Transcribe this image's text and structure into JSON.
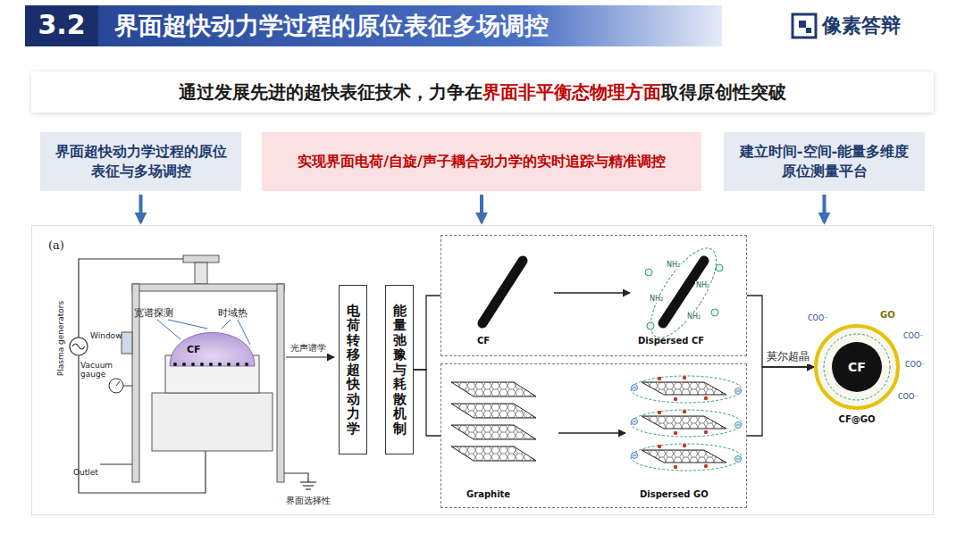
{
  "diagram": {
    "title": "界面超快动力学过程的原位表征多场调控",
    "nodes": [
      {
        "text": [
          "通过发展先进的超快表征技术，力争在",
          "界面非平衡态物理方面",
          "取得原创性突破"
        ]
      },
      {
        "text": [
          "界面超快动力学过程的原位表征与多场调控"
        ]
      },
      {
        "text": [
          "实现界面电荷/自旋/声子耦合动力学的实时追踪与精准调控"
        ]
      },
      {
        "text": [
          "建立时间-空间-能量多维度原位测量平台"
        ]
      },
      {
        "text": [
          "(a)"
        ]
      },
      {
        "text": [
          "电荷转移超快动力学"
        ],
        "in": 4
      },
      {
        "text": [
          "能量弛豫与耗散机制"
        ],
        "in": 4
      },
      {
        "text": [
          "CF",
          "Dispersed CF"
        ],
        "in": 4
      },
      {
        "text": [
          "Graphite",
          "Dispersed GO"
        ],
        "in": 4
      },
      {
        "text": [
          "CF",
          "GO",
          "CF@GO"
        ],
        "in": 4
      }
    ],
    "edges": [
      {
        "from": 1,
        "to": 4,
        "arrow": "to"
      },
      {
        "from": 2,
        "to": 4,
        "arrow": "to"
      },
      {
        "from": 3,
        "to": 4,
        "arrow": "to"
      },
      {
        "from": 6,
        "to": 7,
        "arrow": "none"
      },
      {
        "from": 6,
        "to": 8,
        "arrow": "none"
      },
      {
        "from": 7,
        "to": 9,
        "label": "莫尔超晶",
        "arrow": "to"
      },
      {
        "from": 8,
        "to": 9,
        "arrow": "to"
      }
    ],
    "labels": [
      "3.2",
      "像素答辩",
      "Plasma generators",
      "Window",
      "Vacuum gauge",
      "Outlet",
      "宽谱探测",
      "时域热",
      "CF",
      "光声谱学",
      "界面选择性",
      "NH₂",
      "NH₂",
      "NH₂",
      "NH₂",
      "COO⁻",
      "COO⁻",
      "COO⁻",
      "COO⁻"
    ]
  }
}
